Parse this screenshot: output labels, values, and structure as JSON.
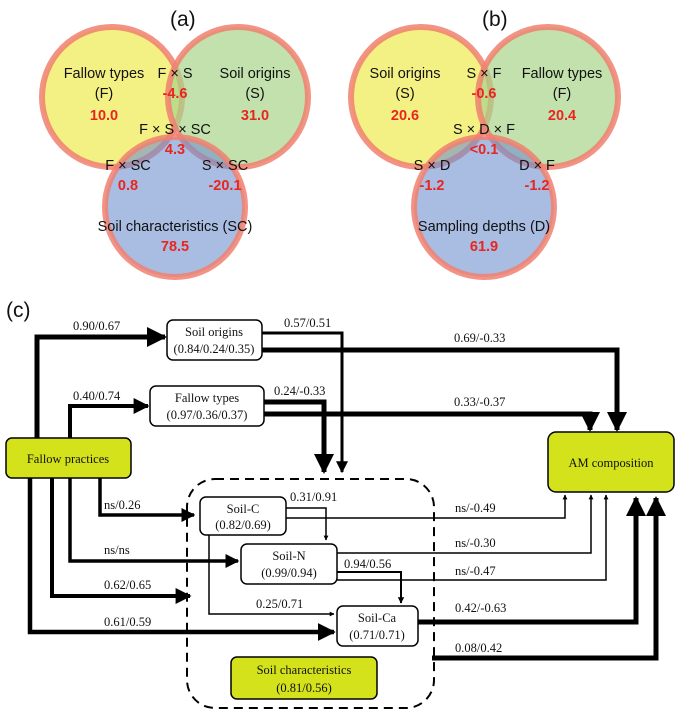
{
  "panel_a": {
    "label": "(a)",
    "circles": {
      "fallow": {
        "name": "Fallow types",
        "abbr": "(F)",
        "value": "10.0"
      },
      "origins": {
        "name": "Soil origins",
        "abbr": "(S)",
        "value": "31.0"
      },
      "characteristics": {
        "name": "Soil characteristics (SC)",
        "value": "78.5"
      }
    },
    "overlaps": {
      "fs": {
        "label": "F × S",
        "value": "-4.6"
      },
      "fssc": {
        "label": "F × S × SC",
        "value": "4.3"
      },
      "fsc": {
        "label": "F × SC",
        "value": "0.8"
      },
      "ssc": {
        "label": "S × SC",
        "value": "-20.1"
      }
    }
  },
  "panel_b": {
    "label": "(b)",
    "circles": {
      "origins": {
        "name": "Soil origins",
        "abbr": "(S)",
        "value": "20.6"
      },
      "fallow": {
        "name": "Fallow types",
        "abbr": "(F)",
        "value": "20.4"
      },
      "depths": {
        "name": "Sampling depths (D)",
        "value": "61.9"
      }
    },
    "overlaps": {
      "sf": {
        "label": "S × F",
        "value": "-0.6"
      },
      "sdf": {
        "label": "S × D × F",
        "value": "<0.1"
      },
      "sd": {
        "label": "S × D",
        "value": "-1.2"
      },
      "df": {
        "label": "D × F",
        "value": "-1.2"
      }
    }
  },
  "panel_c": {
    "label": "(c)",
    "nodes": {
      "fallow_practices": {
        "label": "Fallow practices"
      },
      "soil_origins": {
        "label": "Soil origins",
        "stats": "(0.84/0.24/0.35)"
      },
      "fallow_types": {
        "label": "Fallow types",
        "stats": "(0.97/0.36/0.37)"
      },
      "am": {
        "label": "AM composition"
      },
      "soil_c": {
        "label": "Soil-C",
        "stats": "(0.82/0.69)"
      },
      "soil_n": {
        "label": "Soil-N",
        "stats": "(0.99/0.94)"
      },
      "soil_ca": {
        "label": "Soil-Ca",
        "stats": "(0.71/0.71)"
      },
      "soil_char": {
        "label": "Soil characteristics",
        "stats": "(0.81/0.56)"
      }
    },
    "paths": {
      "fp_so": "0.90/0.67",
      "so_sc": "0.57/0.51",
      "so_am": "0.69/-0.33",
      "fp_ft": "0.40/0.74",
      "ft_sc": "0.24/-0.33",
      "ft_am": "0.33/-0.37",
      "fp_c": "ns/0.26",
      "c_n": "0.31/0.91",
      "c_am": "ns/-0.49",
      "fp_n": "ns/ns",
      "n_am1": "ns/-0.30",
      "n_ca": "0.94/0.56",
      "n_am2": "ns/-0.47",
      "fp_box": "0.62/0.65",
      "c_ca": "0.25/0.71",
      "ca_am": "0.42/-0.63",
      "fp_ca": "0.61/0.59",
      "box_am": "0.08/0.42"
    }
  },
  "colors": {
    "yellow": "#f2ee6e",
    "green": "#a8d48a",
    "blue": "#6f8fcf",
    "ring": "#f08070",
    "value_red": "#e8261f",
    "node_fill": "#d4e21c"
  }
}
